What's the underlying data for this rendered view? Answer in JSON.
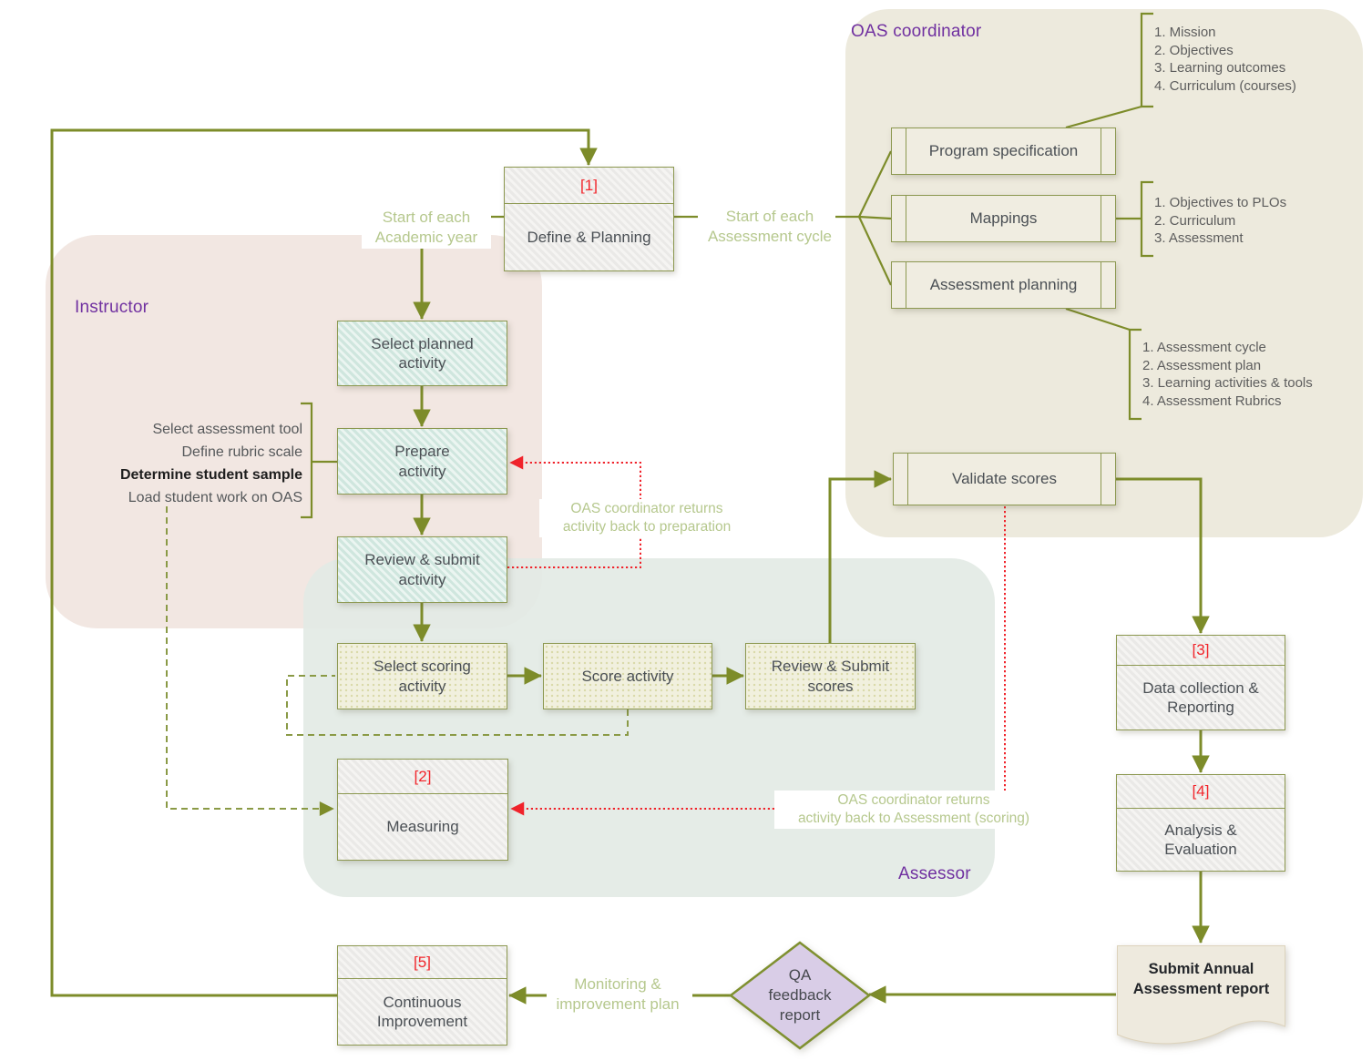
{
  "panels": {
    "instructor": {
      "label": "Instructor"
    },
    "oas": {
      "label": "OAS coordinator"
    },
    "assessor": {
      "label": "Assessor"
    }
  },
  "nodes": {
    "define_planning": {
      "tag": "[1]",
      "label": "Define & Planning"
    },
    "select_planned": {
      "label": "Select planned\nactivity"
    },
    "prepare": {
      "label": "Prepare\nactivity"
    },
    "review_submit_activity": {
      "label": "Review & submit\nactivity"
    },
    "select_scoring": {
      "label": "Select scoring\nactivity"
    },
    "score_activity": {
      "label": "Score activity"
    },
    "review_submit_scores": {
      "label": "Review & Submit\nscores"
    },
    "measuring": {
      "tag": "[2]",
      "label": "Measuring"
    },
    "program_specification": {
      "label": "Program specification"
    },
    "mappings": {
      "label": "Mappings"
    },
    "assessment_planning": {
      "label": "Assessment planning"
    },
    "validate_scores": {
      "label": "Validate scores"
    },
    "data_collection": {
      "tag": "[3]",
      "label": "Data collection &\nReporting"
    },
    "analysis": {
      "tag": "[4]",
      "label": "Analysis &\nEvaluation"
    },
    "continuous_improvement": {
      "tag": "[5]",
      "label": "Continuous\nImprovement"
    },
    "submit_report": {
      "label": "Submit Annual\nAssessment report"
    },
    "qa_feedback": {
      "label": "QA\nfeedback\nreport"
    }
  },
  "lists": {
    "program_items": [
      "1. Mission",
      "2. Objectives",
      "3. Learning outcomes",
      "4. Curriculum (courses)"
    ],
    "mapping_items": [
      "1. Objectives to PLOs",
      "2. Curriculum",
      "3. Assessment"
    ],
    "planning_items": [
      "1. Assessment cycle",
      "2. Assessment plan",
      "3. Learning activities & tools",
      "4. Assessment Rubrics"
    ],
    "instructor_tasks": [
      "Select assessment tool",
      "Define rubric scale",
      "Determine student sample",
      "Load student work on OAS"
    ]
  },
  "flow_labels": {
    "academic_year": "Start of each\nAcademic year",
    "assessment_cycle": "Start of each\nAssessment cycle",
    "returns_preparation": "OAS coordinator returns\nactivity back to preparation",
    "returns_scoring": "OAS coordinator returns\nactivity back to Assessment (scoring)",
    "monitoring": "Monitoring &\nimprovement plan"
  },
  "colors": {
    "olive_line": "#7d8c2a",
    "light_green_text": "#b6c88e",
    "purple_label": "#7030a0",
    "red_accent": "#f0232b",
    "instructor_panel": "#f2e7e2",
    "oas_panel": "#edeadd",
    "assessor_panel": "#e3eae5",
    "mint_fill": "#dcefe8",
    "gray_fill": "#efeeec",
    "cream_fill": "#f1f0de",
    "diamond_fill": "#d9cde7"
  }
}
